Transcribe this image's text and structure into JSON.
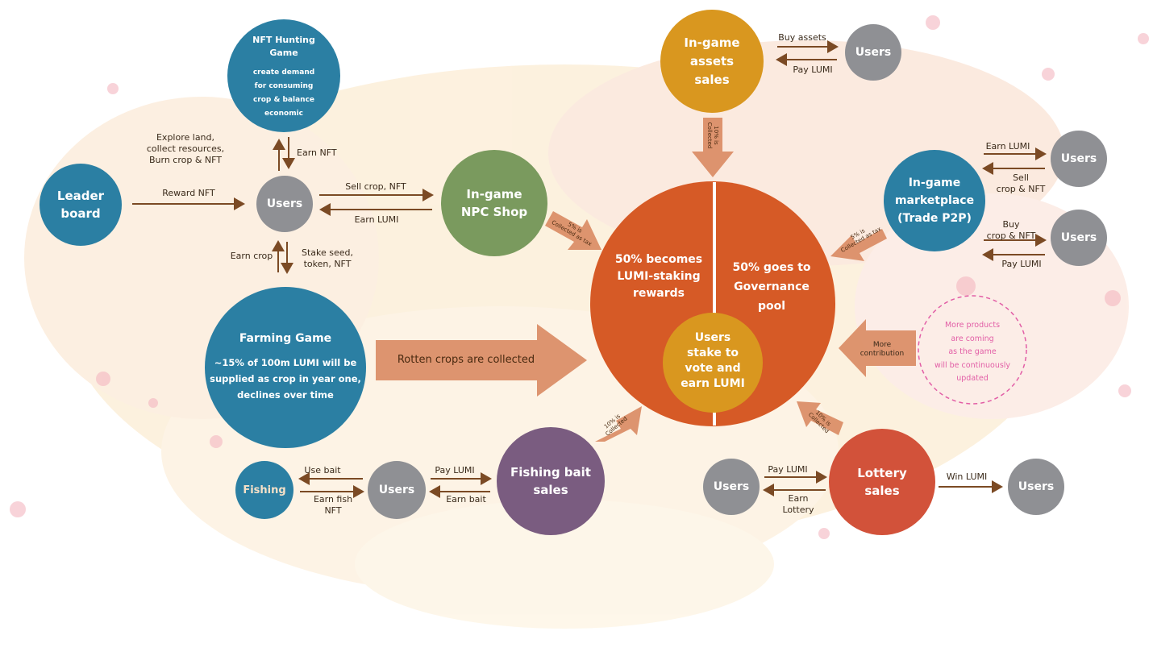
{
  "colors": {
    "teal": "#2b7fa3",
    "grey": "#8f9094",
    "green": "#7a9a5e",
    "gold": "#d9971f",
    "purple": "#7a5c80",
    "red": "#d2523a",
    "core": "#d65a26",
    "arrow": "#7b4a24",
    "salmon": "#d98a62",
    "pink": "#e25ea6"
  },
  "nodes": {
    "leader_board": "Leader\nboard",
    "users_center": "Users",
    "nft_hunting_title": "NFT Hunting\nGame",
    "nft_hunting_desc": "create demand\nfor consuming\ncrop & balance\neconomic",
    "npc_shop": "In-game\nNPC Shop",
    "farming_title": "Farming Game",
    "farming_desc": "~15% of 100m LUMI will be\nsupplied as crop in year one,\ndeclines over time",
    "fishing": "Fishing",
    "users_fishing": "Users",
    "fishing_bait": "Fishing bait\nsales",
    "assets_sales": "In-game\nassets\nsales",
    "users_assets": "Users",
    "marketplace": "In-game\nmarketplace\n(Trade P2P)",
    "users_market_1": "Users",
    "users_market_2": "Users",
    "lottery": "Lottery\nsales",
    "users_lottery_left": "Users",
    "users_lottery_right": "Users",
    "core_left": "50% becomes\nLUMI-staking\nrewards",
    "core_right": "50% goes to\nGovernance pool",
    "core_inner": "Users\nstake to\nvote and\nearn LUMI",
    "more_products": "More products\nare coming\nas the game\nwill be continuously\nupdated"
  },
  "labels": {
    "explore": "Explore land,\ncollect resources,\nBurn crop & NFT",
    "earn_nft": "Earn NFT",
    "reward_nft": "Reward NFT",
    "sell_crop": "Sell crop, NFT",
    "earn_lumi_npc": "Earn LUMI",
    "earn_crop": "Earn crop",
    "stake_seed": "Stake seed,\ntoken, NFT",
    "rotten": "Rotten crops are collected",
    "use_bait": "Use bait",
    "earn_fish": "Earn fish\nNFT",
    "pay_lumi_bait": "Pay LUMI",
    "earn_bait": "Earn bait",
    "buy_assets": "Buy assets",
    "pay_lumi_assets": "Pay LUMI",
    "earn_lumi_market": "Earn LUMI",
    "sell_crop_nft": "Sell\ncrop & NFT",
    "buy_crop_nft": "Buy\ncrop & NFT",
    "pay_lumi_market": "Pay LUMI",
    "pay_lumi_lottery": "Pay LUMI",
    "earn_lottery": "Earn\nLottery",
    "win_lumi": "Win LUMI",
    "more_contribution": "More\ncontribution",
    "collected_assets": "10% is\nCollected",
    "tax_npc": "5% is\nCollected as tax",
    "tax_market": "5% is\nCollected as tax",
    "collected_bait": "10% is\nCollected",
    "collected_lottery": "10% is\nCollected"
  }
}
